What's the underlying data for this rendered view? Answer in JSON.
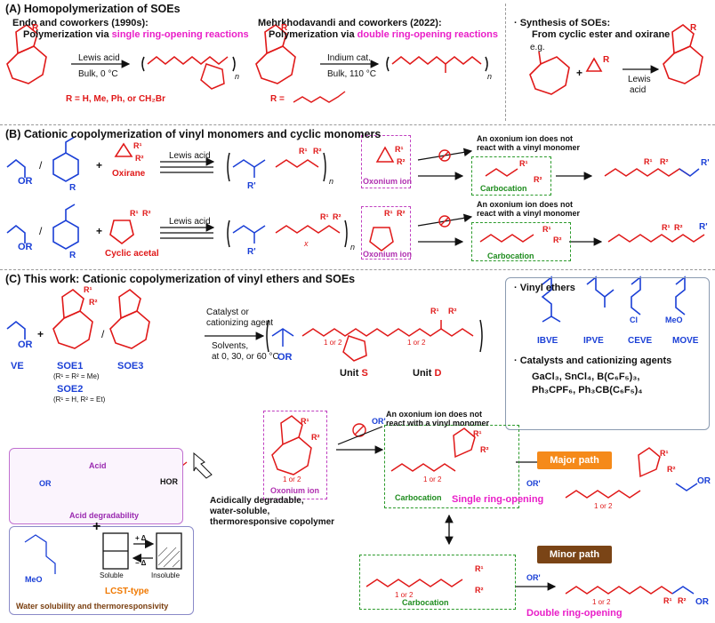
{
  "sectionA": {
    "title": "(A) Homopolymerization of SOEs",
    "endo_line1": "Endo and coworkers (1990s):",
    "endo_line2_pre": "Polymerization via ",
    "endo_line2_hl": "single ring-opening reactions",
    "mehr_line1": "Mehrkhodavandi and coworkers (2022):",
    "mehr_line2_pre": "Polymerization via ",
    "mehr_line2_hl": "double ring-opening reactions",
    "arrow1_top": "Lewis acid",
    "arrow1_bottom": "Bulk, 0 °C",
    "arrow2_top": "Indium cat.",
    "arrow2_bottom": "Bulk, 110 °C",
    "r_def": "R = H, Me, Ph, or CH₂Br",
    "r2_def": "R =",
    "syn_title1": "· Synthesis of SOEs:",
    "syn_title2": "From cyclic ester and oxirane",
    "eg": "e.g.",
    "syn_arrow1": "Lewis",
    "syn_arrow2": "acid",
    "R": "R",
    "n": "n"
  },
  "sectionB": {
    "title": "(B) Cationic copolymerization of vinyl monomers and cyclic monomers",
    "lewis1": "Lewis acid",
    "lewis2": "Lewis acid",
    "oxirane": "Oxirane",
    "cyclic_acetal": "Cyclic acetal",
    "oxonium1": "Oxonium ion",
    "oxonium2": "Oxonium ion",
    "carbocation1": "Carbocation",
    "carbocation2": "Carbocation",
    "no_react1_l1": "An oxonium ion does not",
    "no_react1_l2": "react with a vinyl monomer",
    "no_react2_l1": "An oxonium ion does not",
    "no_react2_l2": "react with a vinyl monomer",
    "OR": "OR",
    "Rp": "R'",
    "R": "R",
    "R1": "R¹",
    "R2": "R²",
    "x": "x",
    "n": "n"
  },
  "sectionC": {
    "title": "(C) This work: Cationic copolymerization of vinyl ethers and SOEs",
    "VE": "VE",
    "SOE1": "SOE1",
    "SOE1_def": "(R¹ = R² = Me)",
    "SOE2": "SOE2",
    "SOE2_def": "(R¹ = H, R² = Et)",
    "SOE3": "SOE3",
    "cond1": "Catalyst or",
    "cond2": "cationizing agent",
    "cond3": "Solvents,",
    "cond4": "at 0, 30, or 60 °C",
    "unitS_pre": "Unit ",
    "unitS": "S",
    "unitD_pre": "Unit ",
    "unitD": "D",
    "one_or_two": "1 or 2",
    "vinyl_title": "· Vinyl ethers",
    "ve_names": [
      "IBVE",
      "IPVE",
      "CEVE",
      "MOVE"
    ],
    "cat_title": "· Catalysts and cationizing agents",
    "cat_line1": "GaCl₃, SnCl₄, B(C₆F₅)₃,",
    "cat_line2": "Ph₃CPF₆, Ph₃CB(C₆F₅)₄",
    "cl": "Cl",
    "meo": "MeO",
    "acid": "Acid",
    "acid_deg": "Acid degradability",
    "plus": "+",
    "soluble": "Soluble",
    "insoluble": "Insoluble",
    "plus_delta": "+ Δ",
    "minus_delta": "− Δ",
    "lcst": "LCST-type",
    "water_sol": "Water solubility and thermoresponsivity",
    "summary1": "Acidically degradable,",
    "summary2": "water-soluble,",
    "summary3": "thermoresponsive copolymer",
    "oxonium": "Oxonium ion",
    "no_react_l1": "An oxonium ion does not",
    "no_react_l2": "react with a vinyl monomer",
    "carbocation1": "Carbocation",
    "carbocation2": "Carbocation",
    "single": "Single ring-opening",
    "double": "Double ring-opening",
    "major": "Major path",
    "minor": "Minor path",
    "OR": "OR",
    "ORp": "OR'",
    "HOR": "HOR",
    "MeO": "MeO",
    "colors": {
      "magenta": "#e91ec8",
      "red": "#e01818",
      "blue": "#1a3fd6",
      "orange": "#f07800",
      "brown": "#7a3f10",
      "green": "#1e8c1e"
    }
  }
}
